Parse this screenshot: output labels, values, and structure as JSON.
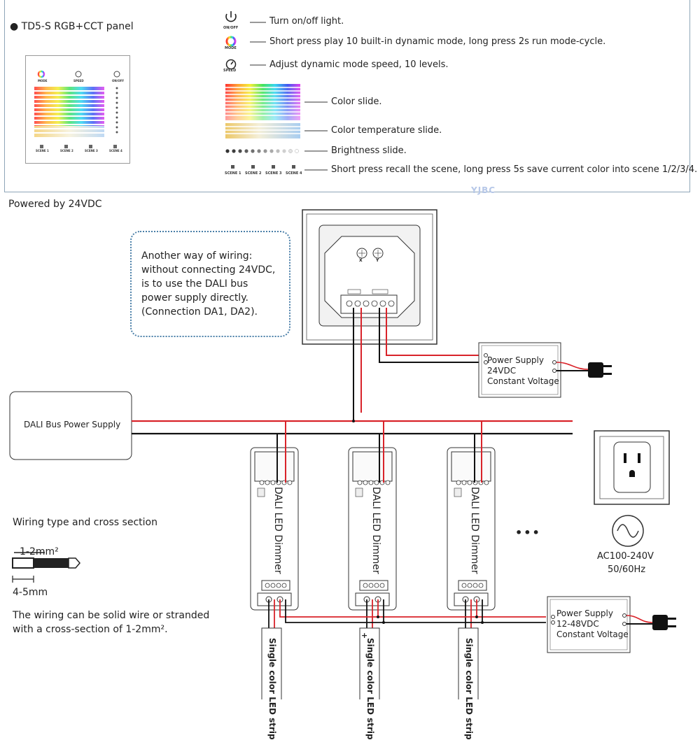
{
  "header": {
    "title": "● TD5-S   RGB+CCT panel"
  },
  "panel_thumb": {
    "mode_label": "MODE",
    "speed_label": "SPEED",
    "onoff_label": "ON/OFF",
    "scenes": [
      "SCENE 1",
      "SCENE 2",
      "SCENE 3",
      "SCENE 4"
    ]
  },
  "legend": {
    "onoff_icon_label": "ON/OFF",
    "onoff_text": "Turn on/off light.",
    "mode_icon_label": "MODE",
    "mode_text": "Short press play 10 built-in dynamic mode, long press 2s run mode-cycle.",
    "speed_icon_label": "SPEED",
    "speed_text": "Adjust dynamic mode speed, 10 levels.",
    "color_text": "Color slide.",
    "cct_text": "Color temperature slide.",
    "brightness_text": "Brightness slide.",
    "scene_labels": [
      "SCENE 1",
      "SCENE 2",
      "SCENE 3",
      "SCENE 4"
    ],
    "scene_text": "Short press recall the scene, long press 5s save current color into scene 1/2/3/4."
  },
  "watermark": "YJBC",
  "powered_by": "Powered by 24VDC",
  "callout_lines": [
    "Another way of wiring:",
    "without connecting 24VDC,",
    "is to use the DALI bus",
    "power supply directly.",
    "(Connection DA1, DA2)."
  ],
  "wall_panel": {
    "x_label": "X",
    "y_label": "Y"
  },
  "psu_24v": {
    "line1": "Power Supply",
    "line2": "24VDC",
    "line3": "Constant Voltage"
  },
  "dali_bus_psu": "DALI Bus Power Supply",
  "dimmer_label": "DALI LED Dimmer",
  "dimmer_count": 3,
  "ellipsis": "•••",
  "ac_power": {
    "line1": "AC100-240V",
    "line2": "50/60Hz"
  },
  "psu_12_48v": {
    "line1": "Power Supply",
    "line2": "12-48VDC",
    "line3": "Constant Voltage"
  },
  "strip_label": "Single color LED strip",
  "strip_plus": "+",
  "wiring": {
    "title": "Wiring type and cross section",
    "cross_section": "1-2mm²",
    "strip_length": "4-5mm",
    "note_line1": "The wiring can be solid wire or stranded",
    "note_line2": "with a cross-section of 1-2mm²."
  },
  "colors": {
    "red_wire": "#d9232a",
    "black_wire": "#111111",
    "frame": "#8fa6b8",
    "callout_border": "#4a7fa8"
  }
}
